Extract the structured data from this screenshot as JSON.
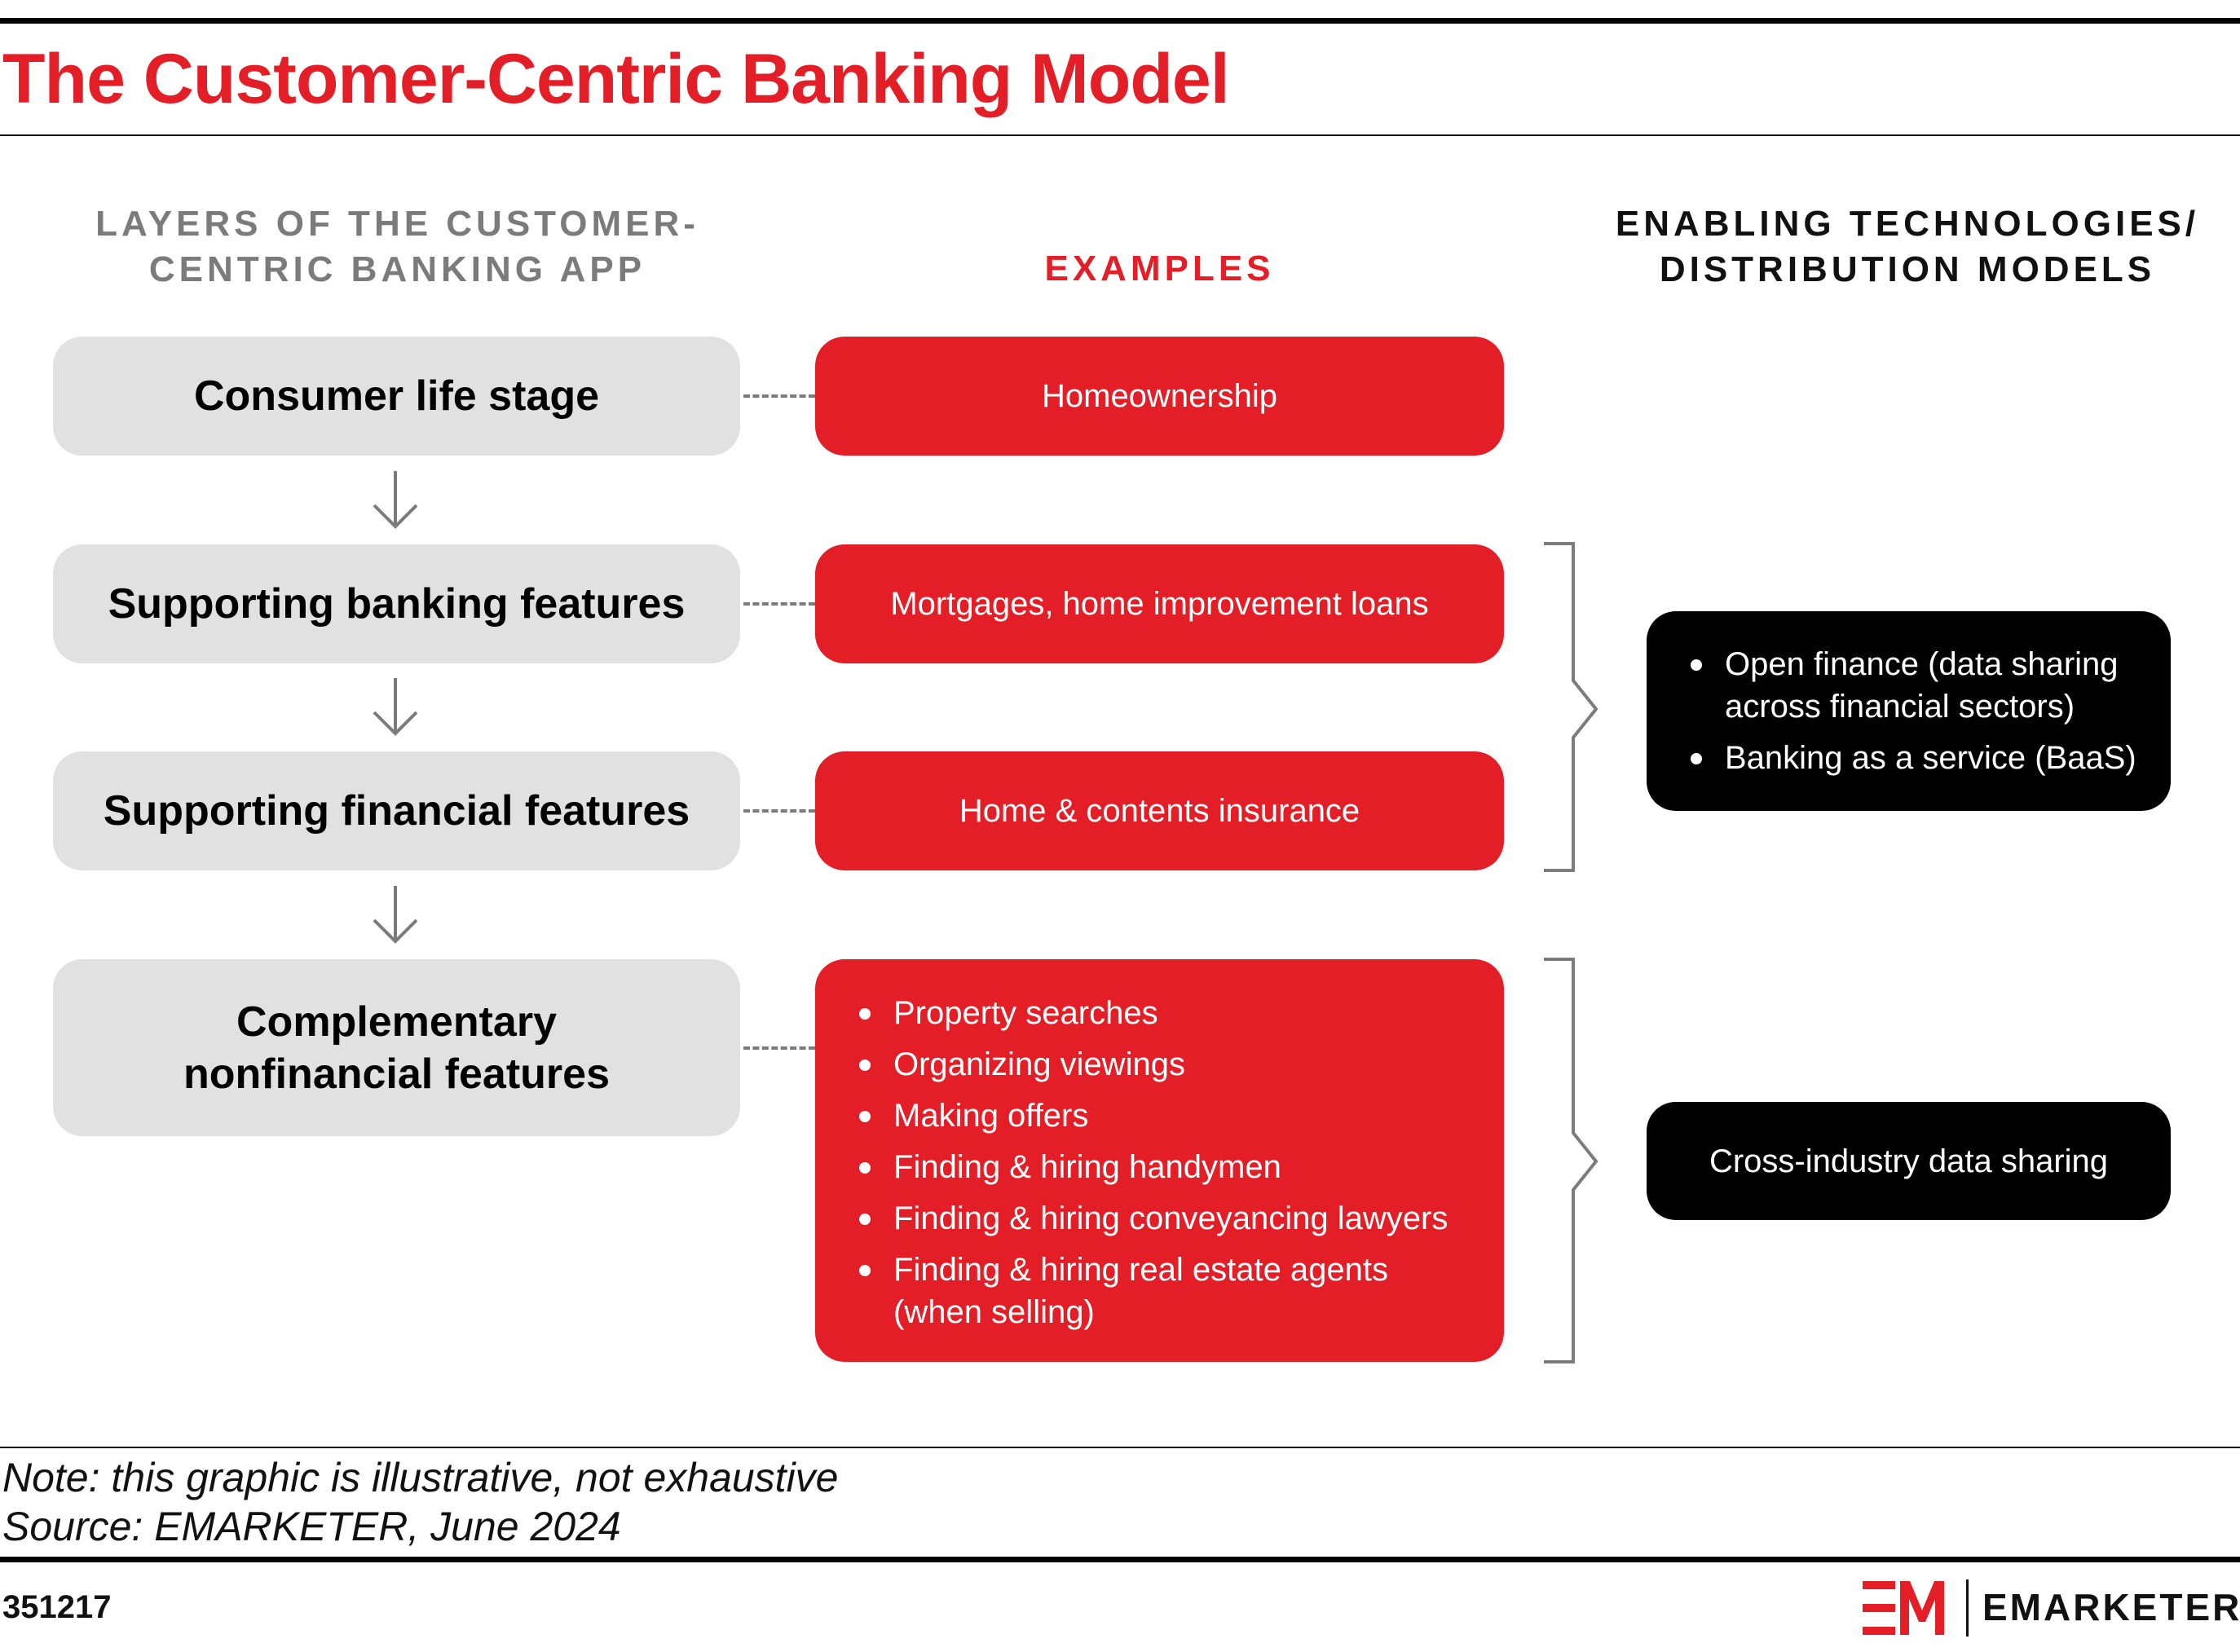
{
  "title": "The Customer-Centric Banking Model",
  "columns": {
    "layers": "LAYERS OF THE CUSTOMER-\nCENTRIC BANKING APP",
    "examples": "EXAMPLES",
    "enabling": "ENABLING TECHNOLOGIES/\nDISTRIBUTION MODELS"
  },
  "layers": [
    {
      "label": "Consumer life stage"
    },
    {
      "label": "Supporting banking features"
    },
    {
      "label": "Supporting financial features"
    },
    {
      "label": "Complementary\nnonfinancial features"
    }
  ],
  "examples": [
    {
      "text": "Homeownership"
    },
    {
      "text": "Mortgages, home improvement loans"
    },
    {
      "text": "Home & contents insurance"
    },
    {
      "items": [
        "Property searches",
        "Organizing viewings",
        "Making offers",
        "Finding & hiring handymen",
        "Finding & hiring conveyancing lawyers",
        "Finding & hiring real estate agents\n(when selling)"
      ]
    }
  ],
  "technologies": [
    {
      "items": [
        "Open finance (data sharing\nacross financial sectors)",
        "Banking as a service (BaaS)"
      ]
    },
    {
      "text": "Cross-industry data sharing"
    }
  ],
  "footer": {
    "note": "Note: this graphic is illustrative, not exhaustive",
    "source": "Source: EMARKETER, June 2024",
    "chart_id": "351217",
    "brand": "EMARKETER"
  },
  "colors": {
    "accent": "#e41e26",
    "layer_bg": "#e1e1e1",
    "tech_bg": "#000000",
    "connector": "#7b7b7b"
  },
  "icons": [
    "arrow-down-icon",
    "brace-icon",
    "em-logo-icon"
  ]
}
